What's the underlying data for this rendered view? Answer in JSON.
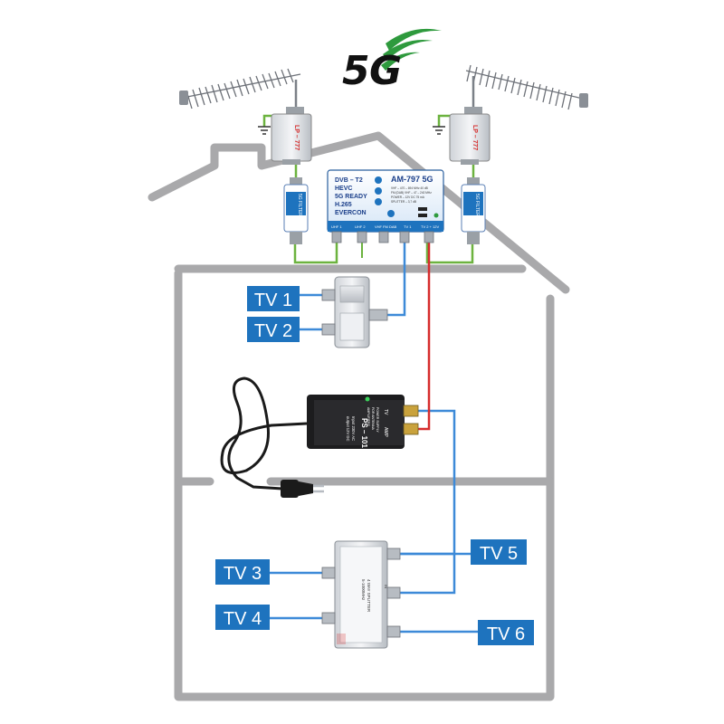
{
  "logo": {
    "text_5": "5",
    "text_g": "G"
  },
  "amplifier_main": {
    "model": "AM-797 5G",
    "lines": [
      "DVB – T2",
      "HEVC",
      "5G READY",
      "H.265",
      "EVERCON"
    ],
    "spec_lines": [
      "VHF – 470 – 694 MHz  40 dB",
      "FM (DAB) VHF – 47 – 240 MHz",
      "POWER – 12V DC  75 mA",
      "SPLITTER – 3,7 dB"
    ],
    "port_labels": [
      "UHF 1",
      "UHF 2",
      "VHF FM DAB",
      "TV 1",
      "TV 2 + 12V"
    ]
  },
  "mast_amp": {
    "model": "LP – 777"
  },
  "filter": {
    "label": "5G FILTER"
  },
  "power_supply": {
    "model": "PS – 101",
    "lines": [
      "Input 230V AC",
      "output 12V DC"
    ],
    "side_lines": [
      "POWER SUPPLY",
      "FOR ANTENNA",
      "AMPLIFIERS"
    ],
    "tv_label": "TV",
    "amp_label": "AMP"
  },
  "tv_labels": {
    "tv1": "TV 1",
    "tv2": "TV 2",
    "tv3": "TV 3",
    "tv4": "TV 4",
    "tv5": "TV 5",
    "tv6": "TV 6"
  },
  "splitter4": {
    "lines": [
      "4 WAY SPLITTER",
      "5-1000MHz"
    ],
    "in": "IN",
    "out": "OUT"
  },
  "colors": {
    "house": "#a9a9ab",
    "label_bg": "#1e73be",
    "cable_blue": "#3d8ad8",
    "cable_red": "#d62d2d",
    "cable_green": "#6cb33f",
    "logo_green": "#2e9a3d"
  }
}
